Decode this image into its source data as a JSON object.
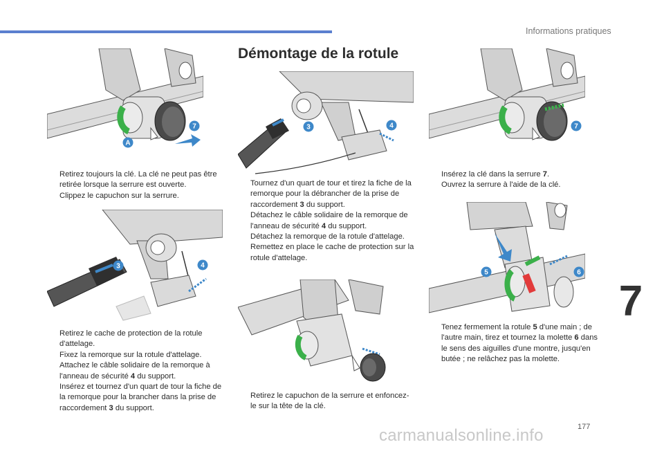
{
  "header": {
    "section": "Informations pratiques"
  },
  "chapter_number": "7",
  "page_number": "177",
  "watermark": "carmanualsonline.info",
  "title": "Démontage de la rotule",
  "bullet_marker": "",
  "callouts": {
    "a": "A",
    "three": "3",
    "four": "4",
    "five": "5",
    "six": "6",
    "seven": "7"
  },
  "col1": {
    "block1": [
      "Retirez toujours la clé. La clé ne peut pas être retirée lorsque la serrure est ouverte.",
      "Clippez le capuchon sur la serrure."
    ],
    "block2": [
      "Retirez le cache de protection de la rotule d'attelage.",
      "Fixez la remorque sur la rotule d'attelage.",
      {
        "pre": "Attachez le câble solidaire de la remorque à l'anneau de sécurité ",
        "bold": "4",
        "post": " du support."
      },
      {
        "pre": "Insérez et tournez d'un quart de tour la fiche de la remorque pour la brancher dans la prise de raccordement ",
        "bold": "3",
        "post": " du support."
      }
    ]
  },
  "col2": {
    "block1": [
      {
        "pre": "Tournez d'un quart de tour et tirez la fiche de la remorque pour la débrancher de la prise de raccordement ",
        "bold": "3",
        "post": " du support."
      },
      {
        "pre": "Détachez le câble solidaire de la remorque de l'anneau de sécurité ",
        "bold": "4",
        "post": " du support."
      },
      "Détachez la remorque de la rotule d'attelage.",
      "Remettez en place le cache de protection sur la rotule d'attelage."
    ],
    "block2": [
      "Retirez le capuchon de la serrure et enfoncez-le sur la tête de la clé."
    ]
  },
  "col3": {
    "block1": [
      {
        "pre": "Insérez la clé dans la serrure ",
        "bold": "7",
        "post": "."
      },
      "Ouvrez la serrure à l'aide de la clé."
    ],
    "block2": [
      {
        "pre": "Tenez fermement la rotule ",
        "bold": "5",
        "mid": " d'une main ; de l'autre main, tirez et tournez la molette ",
        "bold2": "6",
        "post": " dans le sens des aiguilles d'une montre, jusqu'en butée ; ne relâchez pas la molette."
      }
    ]
  },
  "colors": {
    "accent_bar": "#5b7fcf",
    "callout": "#3e88c9",
    "arrow_green": "#3bb04a",
    "arrow_blue": "#3e88c9",
    "part_grey": "#d6d6d6",
    "dark_cap": "#4a4a4a"
  }
}
